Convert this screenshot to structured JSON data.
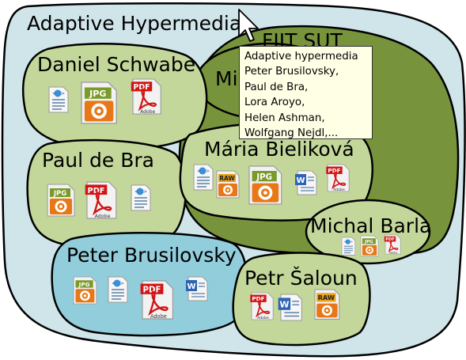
{
  "title": "Adaptive Hypermedia",
  "groups": {
    "fiit": "FIIT SUT",
    "fiit_member_partial": "Mi",
    "schwabe": "Daniel Schwabe",
    "debra": "Paul de Bra",
    "brusilovsky": "Peter Brusilovsky",
    "bielikova": "Mária Bieliková",
    "barla": "Michal Barla",
    "saloun": "Petr Šaloun"
  },
  "tooltip": {
    "lines": [
      "Adaptive hypermedia",
      "Peter Brusilovsky,",
      "Paul de Bra,",
      "Lora Aroyo,",
      "Helen Ashman,",
      "Wolfgang Nejdl,..."
    ]
  },
  "icon_labels": {
    "jpg": "JPG",
    "pdf": "PDF",
    "raw": "RAW",
    "adobe": "Adobe",
    "word": "W"
  },
  "colors": {
    "outer_fill": "#cfe5ea",
    "group_fill": "#c4d79b",
    "fiit_fill": "#77933c",
    "brusilovsky_fill": "#92cddc",
    "tooltip_fill": "#ffffe6"
  }
}
